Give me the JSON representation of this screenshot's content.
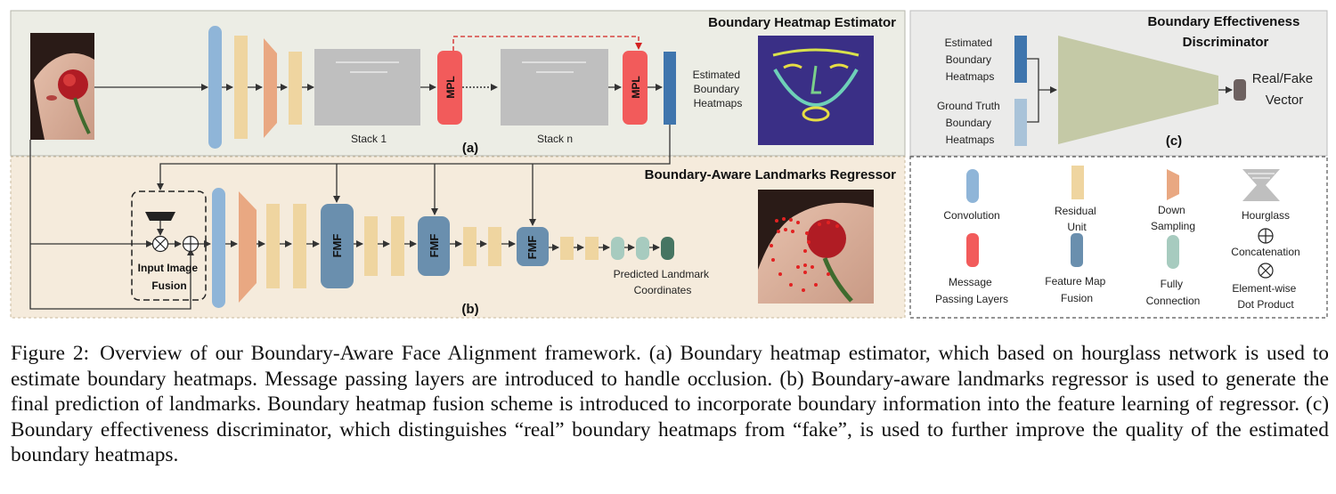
{
  "panel_a": {
    "title": "Boundary Heatmap Estimator",
    "mpl_label": "MPL",
    "stack_1": "Stack 1",
    "stack_n": "Stack n",
    "output_label": [
      "Estimated",
      "Boundary",
      "Heatmaps"
    ],
    "tag": "(a)"
  },
  "panel_b": {
    "title": "Boundary-Aware Landmarks Regressor",
    "fusion_label": [
      "Input Image",
      "Fusion"
    ],
    "fmf_label": "FMF",
    "output_label": [
      "Predicted Landmark",
      "Coordinates"
    ],
    "tag": "(b)"
  },
  "panel_c": {
    "title": [
      "Boundary Effectiveness",
      "Discriminator"
    ],
    "input_1": [
      "Estimated",
      "Boundary",
      "Heatmaps"
    ],
    "input_2": [
      "Ground Truth",
      "Boundary",
      "Heatmaps"
    ],
    "output_label": [
      "Real/Fake",
      "Vector"
    ],
    "tag": "(c)"
  },
  "legend": {
    "convolution": "Convolution",
    "residual": [
      "Residual",
      "Unit"
    ],
    "down": [
      "Down",
      "Sampling"
    ],
    "hourglass": "Hourglass",
    "mpl": [
      "Message",
      "Passing Layers"
    ],
    "fmf": [
      "Feature Map",
      "Fusion"
    ],
    "fc": [
      "Fully",
      "Connection"
    ],
    "concat": "Concatenation",
    "dot": [
      "Element-wise",
      "Dot Product"
    ]
  },
  "caption": {
    "label": "Figure 2:",
    "text": "Overview of our Boundary-Aware Face Alignment framework. (a) Boundary heatmap estimator, which based on hourglass network is used to estimate boundary heatmaps. Message passing layers are introduced to handle occlusion. (b) Boundary-aware landmarks regressor is used to generate the final prediction of landmarks. Boundary heatmap fusion scheme is introduced to incorporate boundary information into the feature learning of regressor. (c) Boundary effectiveness discriminator, which distinguishes “real” boundary heatmaps from “fake”, is used to further improve the quality of the estimated boundary heatmaps."
  },
  "colors": {
    "panel_a_bg": "#ecede5",
    "panel_b_bg": "#f5ebdc",
    "panel_c_bg": "#ebebea",
    "conv": "#8fb5d8",
    "residual": "#efd5a0",
    "down": "#e9a882",
    "hourglass": "#bfbfbf",
    "mpl": "#f25b5b",
    "fmf": "#6a8fae",
    "fc": "#a7cbbf",
    "out_fc": "#467562",
    "heatmap": "#3f75ad",
    "gt_heatmap": "#a9c3d9",
    "discriminator": "#c4c9a6"
  }
}
